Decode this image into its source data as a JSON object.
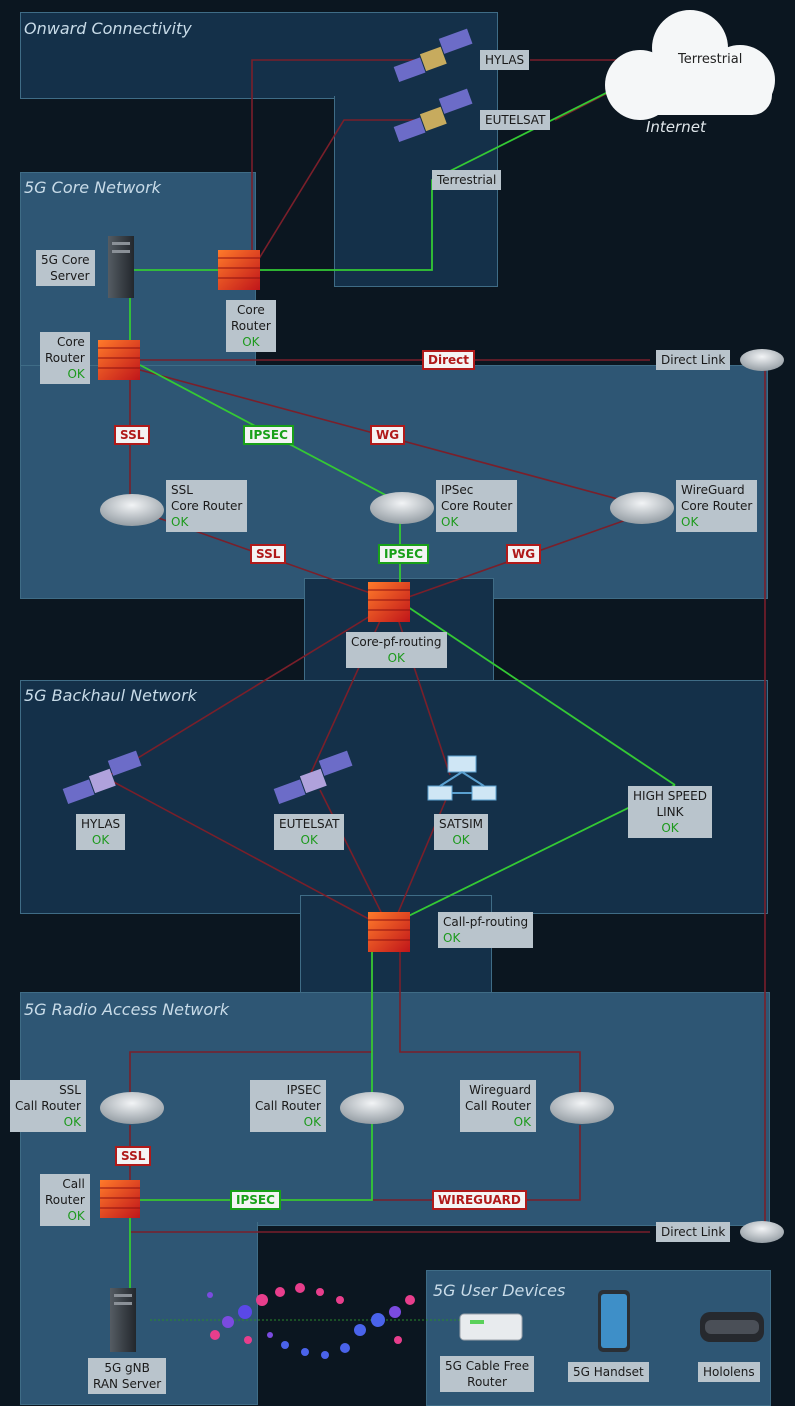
{
  "zones": {
    "onward": "Onward Connectivity",
    "core": "5G Core Network",
    "backhaul": "5G Backhaul Network",
    "ran": "5G Radio Access Network",
    "user": "5G User Devices"
  },
  "onward": {
    "hylas": "HYLAS",
    "eutelsat": "EUTELSAT",
    "terrestrial": "Terrestrial",
    "cloud_label": "Terrestrial",
    "internet": "Internet"
  },
  "core": {
    "server": [
      "5G Core",
      "Server"
    ],
    "edge_router": {
      "name": [
        "Core",
        "Router"
      ],
      "status": "OK"
    },
    "core_router": {
      "name": [
        "Core",
        "Router"
      ],
      "status": "OK"
    },
    "ssl_router": {
      "name": [
        "SSL",
        "Core Router"
      ],
      "status": "OK"
    },
    "ipsec_router": {
      "name": [
        "IPSec",
        "Core Router"
      ],
      "status": "OK"
    },
    "wg_router": {
      "name": [
        "WireGuard",
        "Core Router"
      ],
      "status": "OK"
    },
    "direct_link": "Direct Link",
    "tags": {
      "direct": "Direct",
      "ssl": "SSL",
      "ipsec": "IPSEC",
      "wg": "WG"
    }
  },
  "core_pf": {
    "name": "Core-pf-routing",
    "status": "OK"
  },
  "backhaul": {
    "hylas": {
      "name": "HYLAS",
      "status": "OK"
    },
    "eutelsat": {
      "name": "EUTELSAT",
      "status": "OK"
    },
    "satsim": {
      "name": "SATSIM",
      "status": "OK"
    },
    "highspeed": {
      "name": [
        "HIGH SPEED",
        "LINK"
      ],
      "status": "OK"
    }
  },
  "call_pf": {
    "name": "Call-pf-routing",
    "status": "OK"
  },
  "ran": {
    "ssl_router": {
      "name": [
        "SSL",
        "Call Router"
      ],
      "status": "OK"
    },
    "ipsec_router": {
      "name": [
        "IPSEC",
        "Call Router"
      ],
      "status": "OK"
    },
    "wg_router": {
      "name": [
        "Wireguard",
        "Call Router"
      ],
      "status": "OK"
    },
    "call_router": {
      "name": [
        "Call",
        "Router"
      ],
      "status": "OK"
    },
    "server": [
      "5G gNB",
      "RAN Server"
    ],
    "direct_link": "Direct Link",
    "tags": {
      "ssl": "SSL",
      "ipsec": "IPSEC",
      "wireguard": "WIREGUARD"
    }
  },
  "user": {
    "cable_router": [
      "5G Cable Free",
      "Router"
    ],
    "handset": "5G Handset",
    "hololens": "Hololens"
  },
  "colors": {
    "red_link": "#7a1f2a",
    "green_link": "#34c934",
    "zone_fill": "#2e5674",
    "zone_fill_dark": "#143049"
  }
}
